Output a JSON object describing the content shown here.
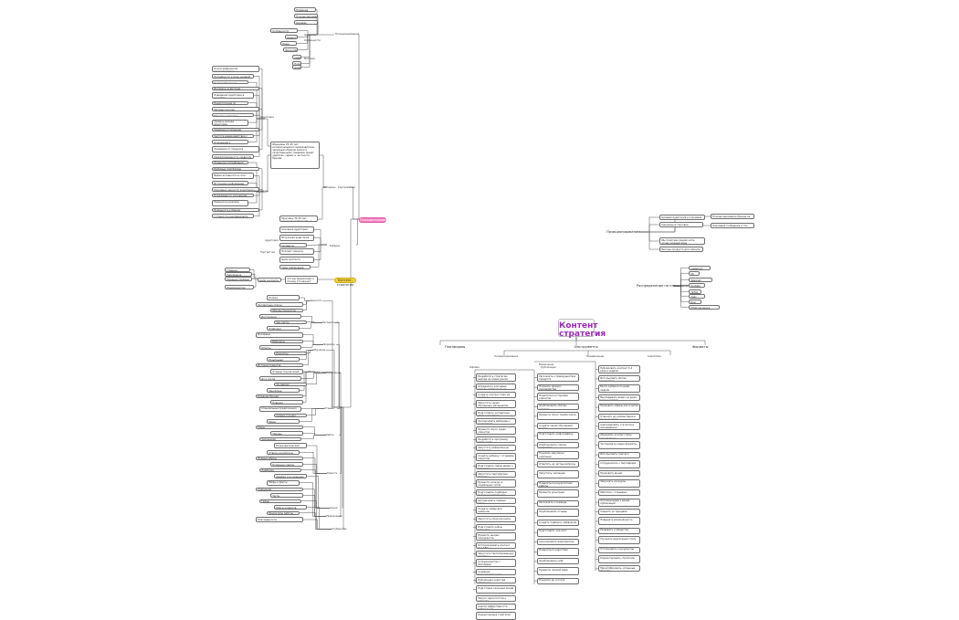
{
  "colors": {
    "hub_pink": "#f27bbd",
    "hub_yellow": "#f4d23c",
    "root_text": "#9b2bb6",
    "line": "#555555"
  },
  "hubs": [
    {
      "label": "Позиционирование",
      "color": "pink"
    },
    {
      "label": "Контент-стратегия",
      "color": "yellow"
    }
  ],
  "left_top": {
    "branch_labels": [
      "Позиционирование",
      "Ценности",
      "Особенности",
      "Метрики"
    ],
    "items": [
      "Название бренда",
      "Позиционирование",
      "Целевая аудитория",
      "Особенности продукта",
      "Ценности",
      "Наша миссия",
      "Философия",
      "Сервис",
      "Подход",
      "Цели"
    ]
  },
  "left_mid": {
    "branch_labels": [
      "Аудитория",
      "Портрет ЦА",
      "Интересы",
      "Контент-план",
      "Рубрики"
    ],
    "items": [
      "Психографические характеристики",
      "Потребности и боли целевой аудитории",
      "Демографические характеристики",
      "Интересы аудитории",
      "Поведение аудитории в соцсетях",
      "Предпочтения по форматам контента",
      "Мотивы покупки",
      "Барьеры к покупке",
      "Уровень дохода аудитории",
      "Семейное положение",
      "Частота взаимодействия с брендом",
      "Отношение к конкурентам",
      "Ожидания от продукта",
      "Удовлетворённость сервисом",
      "Привычки потребления контента",
      "Любимые платформы",
      "Время активности в сети",
      "Источники информации",
      "Ключевые ценности аудитории",
      "Пожелания по улучшению",
      "Реакция на рекламу",
      "Лояльность к бренду",
      "Готовность рекомендовать",
      "Восприятие цены",
      "Значимость качества"
    ],
    "desc_1": "Женщины 25–45 лет, интересующиеся саморазвитием, здоровым образом жизни и качественными товарами. Ценят удобство, сервис и честность бренда.",
    "desc_2": "Мужчины 30–50 лет, ценящие надёжность и функциональность.",
    "sub_items": [
      "Основная аудитория",
      "Вторичная аудитория",
      "Сегменты",
      "Портрет клиента",
      "Цели контента",
      "Типы публикаций"
    ]
  },
  "left_yellow": {
    "question": "Что мы предлагаем и почему это важно?",
    "items": [
      "Главные ценности",
      "Уникальное предложение",
      "Решение проблем клиента",
      "Преимущества перед конкурентами"
    ]
  },
  "left_bottom": {
    "branch_labels": [
      "Ценности",
      "Экспертность",
      "Форматы",
      "Обучение",
      "Вовлечение",
      "Продажи",
      "Отзывы",
      "Кейсы",
      "Новости",
      "Акции",
      "Развлечения",
      "Сообщество"
    ],
    "items": [
      "Польза",
      "Экспертные статьи",
      "Обзоры продуктов",
      "Инструкции",
      "Чек-листы",
      "Подборки",
      "Интервью",
      "Вебинары",
      "Опросы",
      "Конкурсы",
      "Розыгрыши",
      "Истории клиентов",
      "Отзывы покупателей",
      "До и после",
      "За кадром",
      "Закулисье производства",
      "Команда бренда",
      "Новинки",
      "Специальные предложения",
      "Скидки и акции",
      "Мемы",
      "Юмор",
      "Тренды",
      "Челленджи",
      "Пользовательский контент",
      "Ответы на вопросы",
      "Прямые эфиры",
      "Полезные советы",
      "Лайфхаки",
      "Ошибки и их решения",
      "Мифы и факты",
      "Сравнения",
      "Тесты",
      "Гайды",
      "Кейсы клиентов",
      "Результаты работы",
      "Благодарности"
    ]
  },
  "right": {
    "root": "Контент стратегия",
    "top_branches": [
      "Платформы",
      "Инструменты",
      "Форматы"
    ],
    "sub_labels": [
      "Позиционирование",
      "Вовлечение",
      "Продвижение",
      "Аналитика",
      "Офлайн",
      "Онлайн",
      "Мероприятия",
      "Публикации"
    ],
    "pos_label": "Позиционирование",
    "pos_items": [
      "Целевая аудитория и ключевые потребности клиентов",
      "Уникальное торговое предложение и ценность для клиента",
      "Позиционирование бренда на рынке",
      "Ключевые сообщения и тон общения",
      "Мы помогаем людям жить лучше каждый день",
      "Выгоды продукта для клиента"
    ],
    "plan_label": "Распределение по площадкам",
    "plan_items": [
      "Instagram",
      "VK",
      "Telegram",
      "YouTube",
      "TikTok",
      "Сайт",
      "Блог",
      "Email рассылка"
    ],
    "col_a": [
      "Разработать стратегию выхода на новые рынки",
      "Определить ключевые каналы коммуникации",
      "Создать контент-план на квартал",
      "Запустить серию обучающих материалов",
      "Подготовить экспертные статьи для блога",
      "Организовать вебинары с экспертами",
      "Провести опрос среди клиентов",
      "Разработать программу лояльности",
      "Запустить реферальную программу",
      "Создать рубрику с отзывами клиентов",
      "Подготовить серию видео о продукте",
      "Запустить партнёрские проекты",
      "Провести конкурс в социальных сетях",
      "Подготовить подборки полезных материалов",
      "Организовать прямые эфиры",
      "Создать гайды для новичков",
      "Запустить email-рассылку",
      "Подготовить кейсы клиентов",
      "Провести анализ конкурентов",
      "Оптимизировать контент под SEO",
      "Запустить таргетированную рекламу",
      "Сотрудничество с блогерами",
      "Создание пользовательского контента",
      "Публикация новостей компании",
      "Подготовка сезонных акций",
      "Запуск серии постов о команде",
      "Анализ эффективности публикаций",
      "Корректировка стратегии"
    ],
    "col_b": [
      "Рассказать о преимуществах продукта",
      "Показать процесс производства",
      "Поделиться историями клиентов",
      "Опубликовать обзоры новинок",
      "Провести опрос подписчиков",
      "Создать серию обучающих постов",
      "Подготовить инфографику",
      "Опубликовать советы экспертов",
      "Показать закулисье компании",
      "Ответить на частые вопросы",
      "Запустить челлендж",
      "Поделиться результатами работы",
      "Провести розыгрыш",
      "Рассказать о команде",
      "Опубликовать отзывы",
      "Создать подборку лайфхаков",
      "Подготовить чек-лист",
      "Анонсировать мероприятие",
      "Поделиться новостями",
      "Опубликовать кейс",
      "Провести прямой эфир",
      "Показать до и после"
    ],
    "col_c": [
      "Публиковать контент 3–4 раза в неделю",
      "Использовать stories ежедневно",
      "Вести рубрики по дням недели",
      "Выкладывать видео не реже раза в неделю",
      "Проводить эфиры раз в месяц",
      "Отвечать на комментарии в течение суток",
      "Анализировать статистику еженедельно",
      "Обновлять контент-план ежемесячно",
      "Тестировать новые форматы",
      "Использовать хэштеги",
      "Сотрудничать с партнёрами",
      "Проводить акции",
      "Запускать конкурсы",
      "Работать с отзывами",
      "Оптимизировать время публикаций",
      "Следить за трендами",
      "Повышать вовлечённость",
      "Развивать сообщество",
      "Улучшать визуальный стиль",
      "Отслеживать конкурентов",
      "Корректировать стратегию",
      "Масштабировать успешные форматы"
    ]
  }
}
